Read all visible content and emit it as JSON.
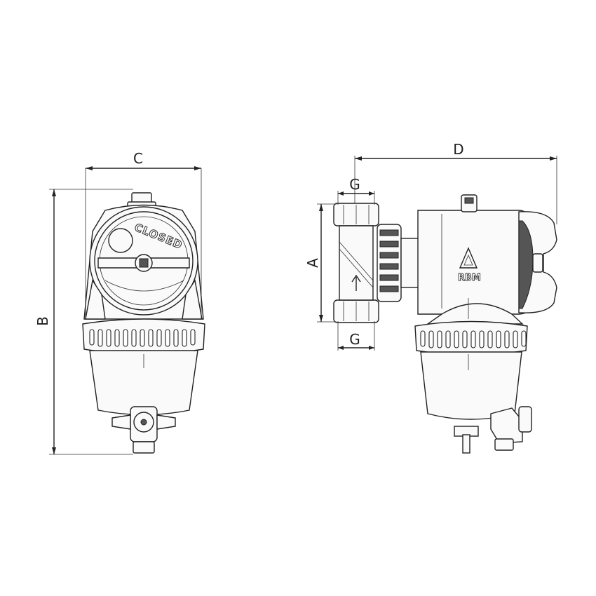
{
  "dimensions": {
    "A": "A",
    "B": "B",
    "C": "C",
    "D": "D",
    "G_top": "G",
    "G_bottom": "G"
  },
  "front_view": {
    "valve_text": "CLOSED"
  },
  "side_view": {
    "logo_text": "RBM"
  },
  "colors": {
    "line": "#222222",
    "fill": "#fafafa",
    "background": "#ffffff"
  }
}
